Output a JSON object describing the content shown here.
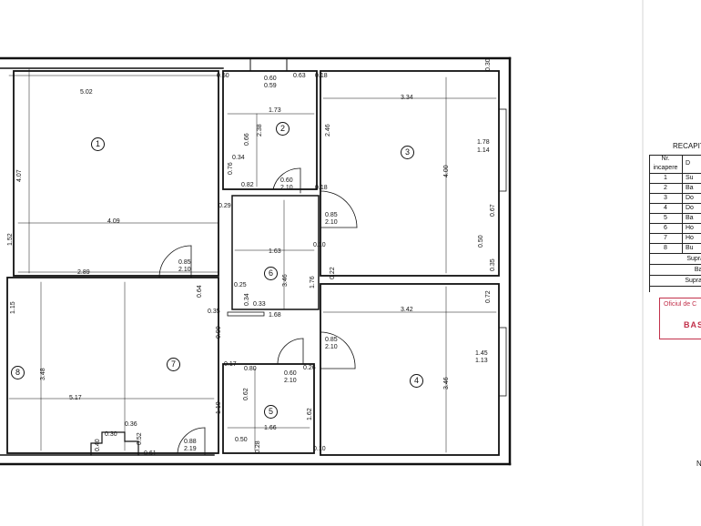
{
  "rooms": [
    {
      "num": "1"
    },
    {
      "num": "2"
    },
    {
      "num": "3"
    },
    {
      "num": "4"
    },
    {
      "num": "5"
    },
    {
      "num": "6"
    },
    {
      "num": "7"
    },
    {
      "num": "8"
    }
  ],
  "dims": {
    "r1_top": "5.02",
    "r1_mid": "4.09",
    "r1_left": "4.07",
    "r1_bottom": "2.89",
    "r1_side": "1.52",
    "r2_top_a": "0.60",
    "r2_top_b": "0.59",
    "r2_top_c": "0.63",
    "r2_top_d": "0.18",
    "r2_width": "1.73",
    "r2_h1": "0.66",
    "r2_h2": "2.38",
    "r2_s1": "0.34",
    "r2_s2": "0.76",
    "r2_s3": "0.82",
    "r2_door_a": "0.60",
    "r2_door_b": "2.10",
    "r2_low": "0.18",
    "r2_left_top": "0.50",
    "r2_left_mid": "0.29",
    "r3_width": "3.34",
    "r3_h": "4.00",
    "r3_left": "2.46",
    "r3_win_a": "1.78",
    "r3_win_b": "1.14",
    "r3_top_right": "0.30",
    "r3_s1": "0.67",
    "r3_s2": "0.50",
    "r3_s3": "0.35",
    "r6_width": "1.63",
    "r6_h": "3.46",
    "r6_door_a": "0.85",
    "r6_door_b": "2.10",
    "r6_s1": "0.10",
    "r6_s2": "0.25",
    "r6_s3": "0.34",
    "r6_s4": "0.33",
    "r6_s5": "1.68",
    "r6_s6": "1.76",
    "r6_s7": "0.22",
    "r7_door_a": "0.85",
    "r7_door_b": "2.10",
    "r7_s1": "0.64",
    "r7_s2": "0.35",
    "r7_s3": "0.90",
    "r4_width": "3.42",
    "r4_h": "3.46",
    "r4_win_a": "1.45",
    "r4_win_b": "1.13",
    "r4_s1": "0.72",
    "r4_door_a": "0.85",
    "r4_door_b": "2.10",
    "r4_bottom": "0.10",
    "r5_a": "0.80",
    "r5_b": "0.60",
    "r5_c": "2.10",
    "r5_d": "0.26",
    "r5_e": "0.62",
    "r5_f": "1.62",
    "r5_g": "1.66",
    "r5_h": "0.50",
    "r5_i": "0.28",
    "r5_j": "1.10",
    "r5_k": "0.17",
    "r8_h": "3.48",
    "r8_width": "5.17",
    "r8_s1": "1.15",
    "r8_s2": "0.36",
    "r8_s3": "0.30",
    "r8_s4": "0.40",
    "r8_s5": "0.52",
    "r8_s6": "0.61",
    "door_ext_a": "0.88",
    "door_ext_b": "2.19"
  },
  "table": {
    "title": "RECAPIT",
    "head_a": "Nr.",
    "head_b": "incapere",
    "head_c": "D",
    "rows": [
      {
        "n": "1",
        "d": "Su"
      },
      {
        "n": "2",
        "d": "Ba"
      },
      {
        "n": "3",
        "d": "Do"
      },
      {
        "n": "4",
        "d": "Do"
      },
      {
        "n": "5",
        "d": "Ba"
      },
      {
        "n": "6",
        "d": "Ho"
      },
      {
        "n": "7",
        "d": "Ho"
      },
      {
        "n": "8",
        "d": "Bu"
      }
    ],
    "sum1": "Supra",
    "sum2": "Bal",
    "sum3": "Supraf"
  },
  "stamp": {
    "line1": "Oficiul de C",
    "line2": "BAS"
  },
  "edge_letter": "N"
}
